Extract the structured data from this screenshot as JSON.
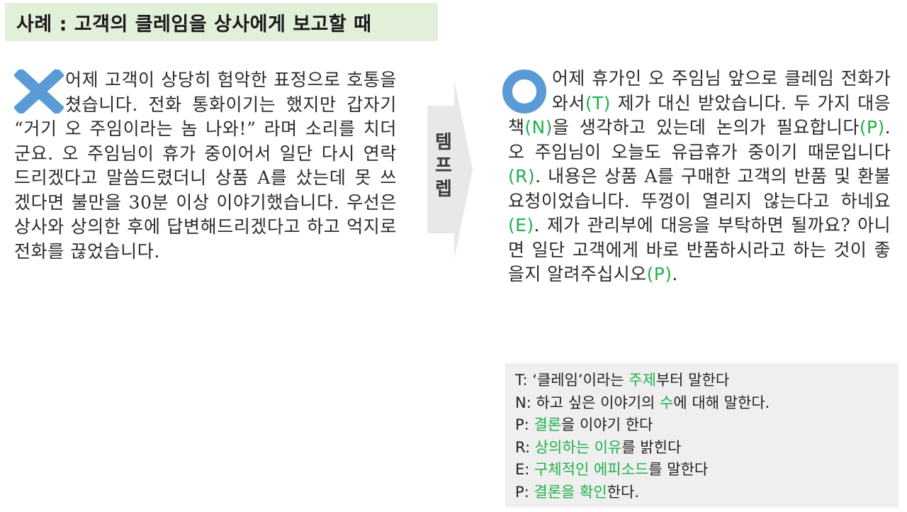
{
  "title": "사례 : 고객의 클레임을 상사에게 보고할 때",
  "bad_example": {
    "icon": "cross-icon",
    "text": "어제 고객이 상당히 험악한 표정으로 호통을 쳤습니다. 전화 통화이기는 했지만 갑자기 “거기 오 주임이라는 놈 나와!” 라며 소리를 치더군요. 오 주임님이 휴가 중이어서 일단 다시 연락드리겠다고 말씀드렸더니 상품 A를 샀는데 못 쓰겠다면 불만을 30분 이상 이야기했습니다. 우선은 상사와 상의한 후에 답변해드리겠다고 하고 억지로 전화를 끊었습니다."
  },
  "arrow_label": [
    "템",
    "프",
    "렙"
  ],
  "good_example": {
    "icon": "circle-icon",
    "segments": [
      {
        "text": "어제 휴가인 오 주임님 앞으로 클레임 전화가 와서"
      },
      {
        "tag": "(T)"
      },
      {
        "text": " 제가 대신 받았습니다. 두 가지 대응책"
      },
      {
        "tag": "(N)"
      },
      {
        "text": "을 생각하고 있는데 논의가 필요합니다"
      },
      {
        "tag": "(P)"
      },
      {
        "text": ". 오 주임님이 오늘도 유급휴가 중이기 때문입니다"
      },
      {
        "tag": "(R)"
      },
      {
        "text": ". 내용은 상품 A를 구매한 고객의 반품 및 환불 요청이었습니다. 뚜껑이 열리지 않는다고 하네요"
      },
      {
        "tag": "(E)"
      },
      {
        "text": ". 제가 관리부에 대응을 부탁하면 될까요? 아니면 일단 고객에게 바로 반품하시라고 하는 것이 좋을지 알려주십시오"
      },
      {
        "tag": "(P)"
      },
      {
        "text": "."
      }
    ]
  },
  "legend": [
    {
      "key": "T",
      "parts": [
        {
          "t": "T: ‘클레임’이라는 "
        },
        {
          "h": "주제"
        },
        {
          "t": "부터 말한다"
        }
      ]
    },
    {
      "key": "N",
      "parts": [
        {
          "t": "N: 하고 싶은 이야기의 "
        },
        {
          "h": "수"
        },
        {
          "t": "에 대해 말한다."
        }
      ]
    },
    {
      "key": "P",
      "parts": [
        {
          "t": "P: "
        },
        {
          "h": "결론"
        },
        {
          "t": "을 이야기 한다"
        }
      ]
    },
    {
      "key": "R",
      "parts": [
        {
          "t": "R: "
        },
        {
          "h": "상의하는 이유"
        },
        {
          "t": "를 밝힌다"
        }
      ]
    },
    {
      "key": "E",
      "parts": [
        {
          "t": "E: "
        },
        {
          "h": "구체적인 에피소드"
        },
        {
          "t": "를 말한다"
        }
      ]
    },
    {
      "key": "P2",
      "parts": [
        {
          "t": "P: "
        },
        {
          "h": "결론을 확인"
        },
        {
          "t": "한다."
        }
      ]
    }
  ],
  "colors": {
    "title_bg": "#e2efd9",
    "accent_green": "#1fb14a",
    "icon_blue": "#5b9bd5",
    "arrow_gray": "#e8e8e8",
    "legend_bg": "#efefef"
  }
}
